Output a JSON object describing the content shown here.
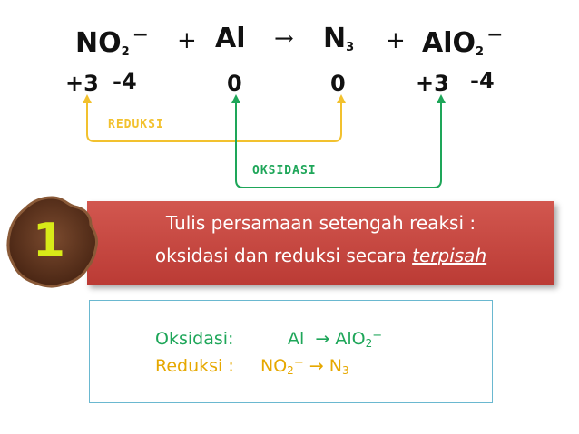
{
  "equation": {
    "reactant1": {
      "formula": "NO",
      "sub": "2",
      "charge": "−"
    },
    "plus1": "+",
    "reactant2": "Al",
    "arrow": "→",
    "product1": {
      "formula": "N",
      "sub": "3"
    },
    "plus2": "+",
    "product2": {
      "formula": "AlO",
      "sub": "2",
      "charge": "−"
    }
  },
  "oxidation_numbers": {
    "n_in_no2": "+3",
    "o_in_no2": "-4",
    "al": "0",
    "n3": "0",
    "al_in_alo2": "+3",
    "o_in_alo2": "-4"
  },
  "labels": {
    "reduction": "REDUKSI",
    "oxidation": "OKSIDASI"
  },
  "colors": {
    "reduction": "#f2c12e",
    "oxidation": "#1ea659",
    "banner": "#c4453f",
    "step_badge": "#6a3b24",
    "step_number": "#d8ea18"
  },
  "step": {
    "number": "1",
    "line1": "Tulis persamaan setengah reaksi :",
    "line2_prefix": "oksidasi dan reduksi secara ",
    "line2_emphasis": "terpisah"
  },
  "half_reactions": {
    "oxidation": {
      "label": "Oksidasi:",
      "left": "Al",
      "arrow": "→",
      "right_formula": "AlO",
      "right_sub": "2",
      "right_charge": "−"
    },
    "reduction": {
      "label": "Reduksi :",
      "left_formula": "NO",
      "left_sub": "2",
      "left_charge": "−",
      "arrow": "→",
      "right_formula": "N",
      "right_sub": "3"
    }
  }
}
